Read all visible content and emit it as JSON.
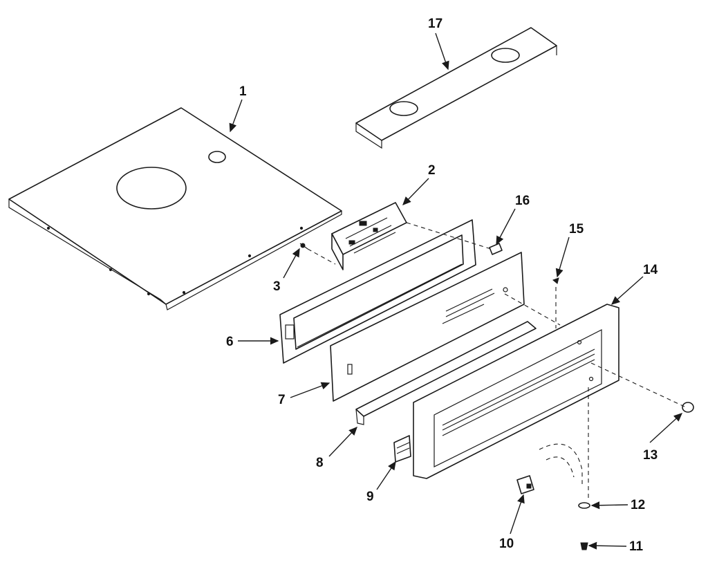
{
  "labels": {
    "p1": "1",
    "p2": "2",
    "p3": "3",
    "p6": "6",
    "p7": "7",
    "p8": "8",
    "p9": "9",
    "p10": "10",
    "p11": "11",
    "p12": "12",
    "p13": "13",
    "p14": "14",
    "p15": "15",
    "p16": "16",
    "p17": "17"
  }
}
